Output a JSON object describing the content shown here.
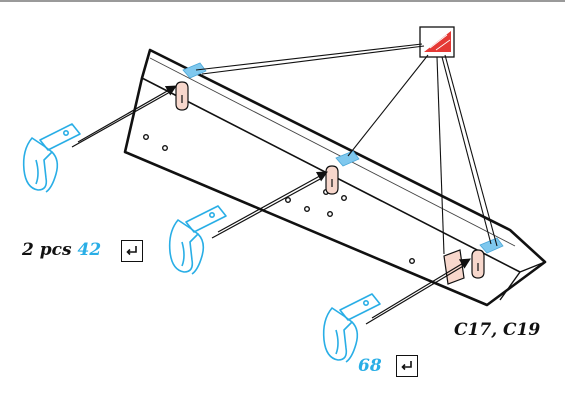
{
  "labels": {
    "left_prefix": "2 pcs",
    "left_number": "42",
    "bottom_number": "68",
    "part_codes": "C17, C19"
  },
  "icons": {
    "enter": "enter-key-icon",
    "glue": "red-adhesive-icon"
  },
  "colors": {
    "accent": "#29aee6",
    "adhesive_red": "#e53935",
    "hinge_fill": "#f7d7cc",
    "tape_fill": "#7fc8ee"
  }
}
